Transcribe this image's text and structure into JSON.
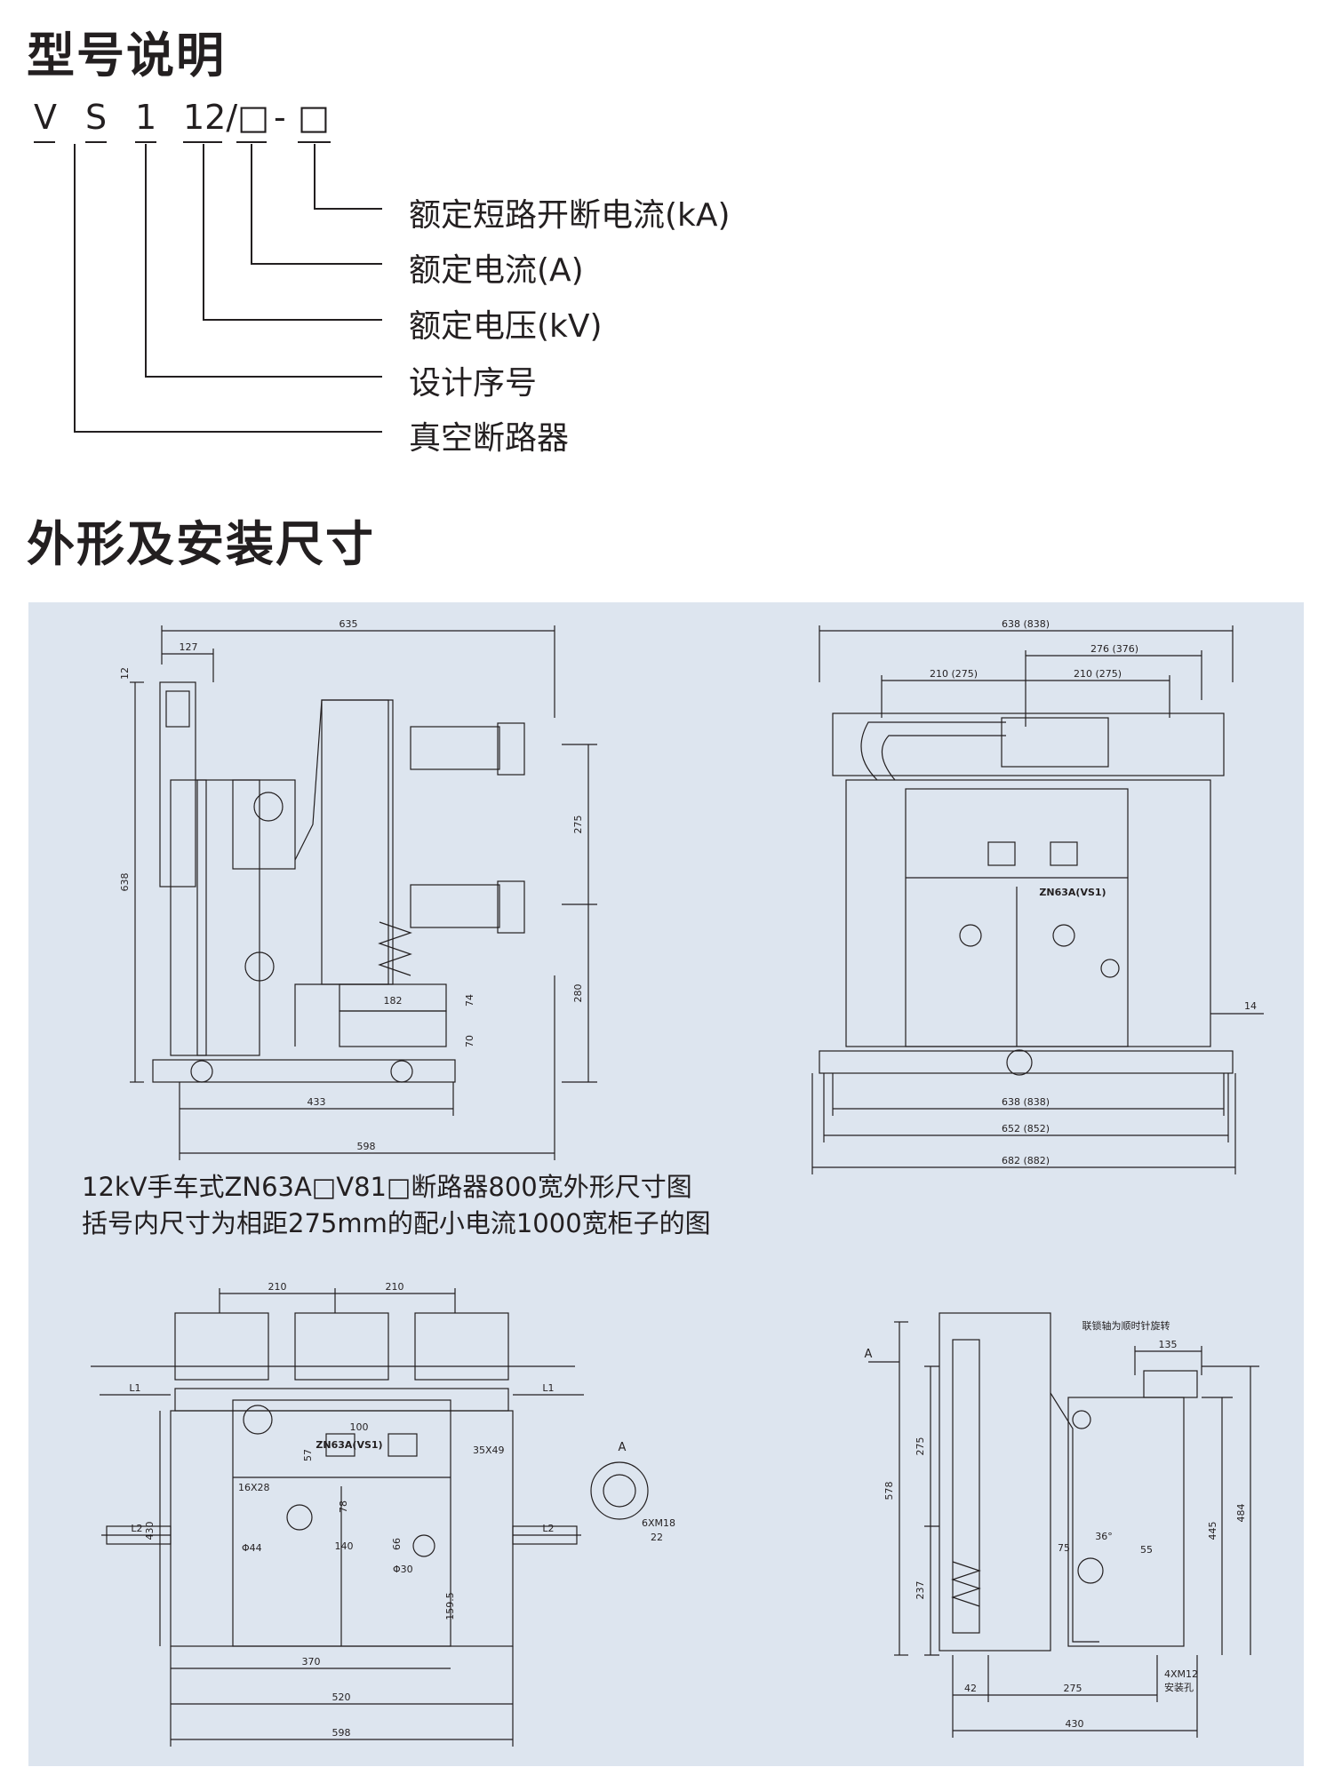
{
  "model_section": {
    "title": "型号说明",
    "code_parts": [
      "V",
      "S",
      "1",
      "12/□",
      "-",
      "□"
    ],
    "legend": [
      "额定短路开断电流(kA)",
      "额定电流(A)",
      "额定电压(kV)",
      "设计序号",
      "真空断路器"
    ]
  },
  "dimension_section": {
    "title": "外形及安装尺寸",
    "caption_line1": "12kV手车式ZN63A□V81□断路器800宽外形尺寸图",
    "caption_line2": "括号内尺寸为相距275mm的配小电流1000宽柜子的图"
  },
  "drawing_side": {
    "dims": [
      "635",
      "127",
      "12",
      "638",
      "275",
      "280",
      "182",
      "74",
      "70",
      "433",
      "598"
    ]
  },
  "drawing_front": {
    "dims": [
      "638 (838)",
      "276 (376)",
      "210 (275)",
      "210 (275)",
      "14",
      "638 (838)",
      "652 (852)",
      "682 (882)"
    ],
    "nameplate": "ZN63A(VS1)"
  },
  "drawing_bottom_front": {
    "dims": [
      "210",
      "210",
      "L1",
      "L1",
      "100",
      "35X49",
      "57",
      "16X28",
      "78",
      "Φ44",
      "140",
      "66",
      "Φ30",
      "L2",
      "L2",
      "430",
      "159.5",
      "370",
      "520",
      "598"
    ],
    "nameplate": "ZN63A(VS1)",
    "detail_label": "A",
    "detail_bolts": "6XM18",
    "detail_depth": "22"
  },
  "drawing_bottom_side": {
    "note": "联锁轴为顺时针旋转",
    "arrow_label": "A",
    "dims": [
      "135",
      "275",
      "578",
      "237",
      "445",
      "484",
      "36°",
      "75",
      "55",
      "42",
      "275",
      "430",
      "4XM12",
      "安装孔"
    ]
  }
}
